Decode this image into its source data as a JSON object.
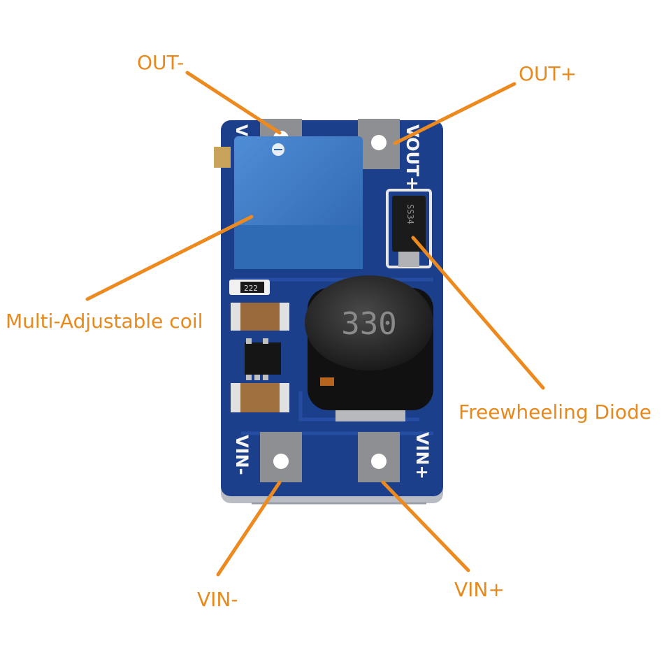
{
  "colors": {
    "label": "#e8891c",
    "callout_line": "#ec8a1f",
    "pcb": "#1c3f8c",
    "pcb_edge": "#b9bcc3",
    "pad": "#8e8f93",
    "potentiometer": "#3a78c4",
    "inductor": "#2a2a2a",
    "silkscreen": "#f4f4f4"
  },
  "callouts": {
    "out_minus": "OUT-",
    "out_plus": "OUT+",
    "pot": "Multi-Adjustable coil",
    "diode": "Freewheeling Diode",
    "vin_minus": "VIN-",
    "vin_plus": "VIN+"
  },
  "board": {
    "silk_vo_minus": "VO-",
    "silk_vout_plus": "VOUT+",
    "silk_vin_minus": "VIN-",
    "silk_vin_plus": "VIN+",
    "inductor_marking": "330",
    "resistor_marking": "222",
    "diode_marking": "SS34"
  },
  "icons": {
    "pcb": "dc-boost-converter-board-illustration"
  }
}
